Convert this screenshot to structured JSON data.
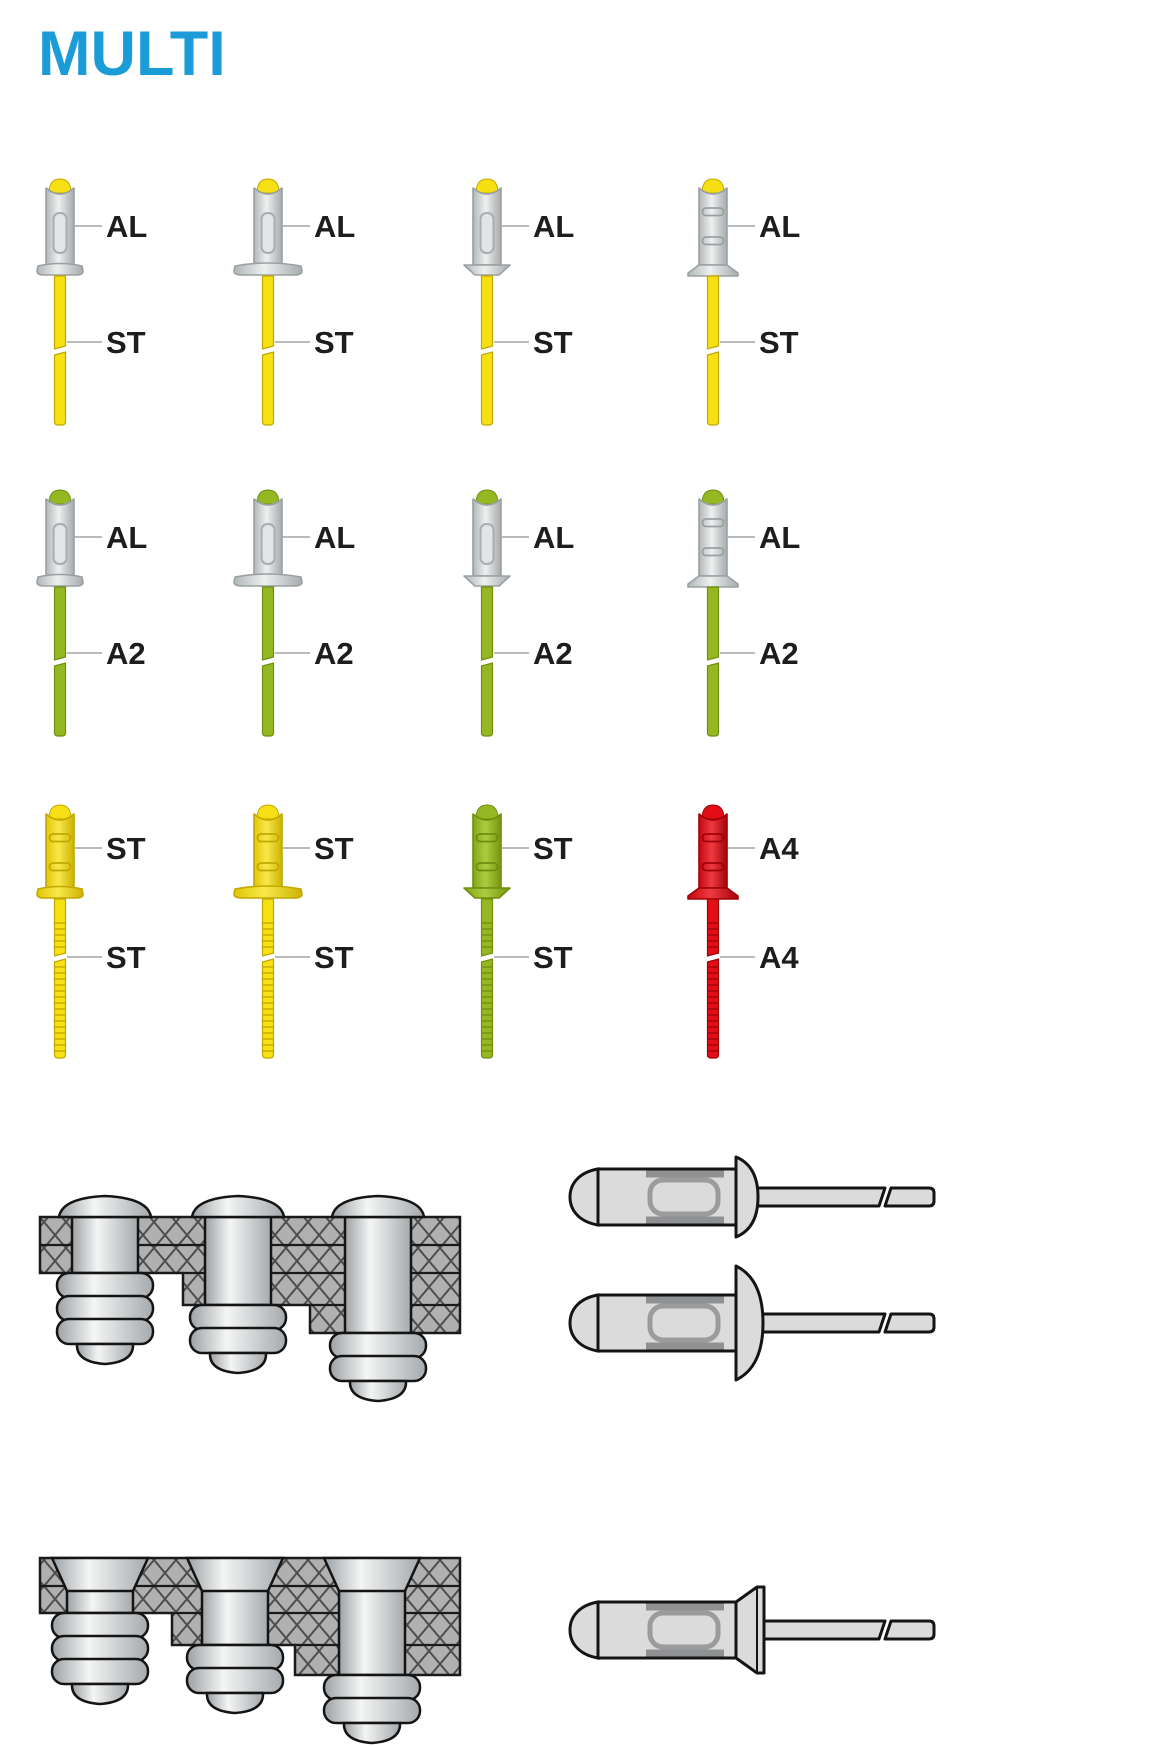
{
  "title": {
    "text": "MULTI",
    "color": "#1b9cd8"
  },
  "materials": {
    "AL": {
      "name": "aluminium-body",
      "color": "#c6c9ca",
      "dark": "#9aa0a2",
      "light": "#eceeee"
    },
    "ST": {
      "name": "steel-yellow",
      "color": "#f6df12",
      "dark": "#c2a800",
      "light": "#fbec55"
    },
    "A2": {
      "name": "stainless-a2-green",
      "color": "#95b822",
      "dark": "#6e8e10",
      "light": "#b5d14c"
    },
    "A4": {
      "name": "stainless-a4-red",
      "color": "#e20d16",
      "dark": "#9e0208",
      "light": "#f04a50"
    }
  },
  "rivet_rows": [
    {
      "items": [
        {
          "flange": "dome-small",
          "body": "slot",
          "body_material": "AL",
          "stem_material": "ST",
          "stem": "plain",
          "top_label": "AL",
          "bottom_label": "ST"
        },
        {
          "flange": "dome-wide",
          "body": "slot",
          "body_material": "AL",
          "stem_material": "ST",
          "stem": "plain",
          "top_label": "AL",
          "bottom_label": "ST"
        },
        {
          "flange": "countersunk",
          "body": "slot",
          "body_material": "AL",
          "stem_material": "ST",
          "stem": "plain",
          "top_label": "AL",
          "bottom_label": "ST"
        },
        {
          "flange": "flared",
          "body": "grooved",
          "body_material": "AL",
          "stem_material": "ST",
          "stem": "plain",
          "top_label": "AL",
          "bottom_label": "ST"
        }
      ]
    },
    {
      "items": [
        {
          "flange": "dome-small",
          "body": "slot",
          "body_material": "AL",
          "stem_material": "A2",
          "stem": "plain",
          "top_label": "AL",
          "bottom_label": "A2"
        },
        {
          "flange": "dome-wide",
          "body": "slot",
          "body_material": "AL",
          "stem_material": "A2",
          "stem": "plain",
          "top_label": "AL",
          "bottom_label": "A2"
        },
        {
          "flange": "countersunk",
          "body": "slot",
          "body_material": "AL",
          "stem_material": "A2",
          "stem": "plain",
          "top_label": "AL",
          "bottom_label": "A2"
        },
        {
          "flange": "flared",
          "body": "grooved",
          "body_material": "AL",
          "stem_material": "A2",
          "stem": "plain",
          "top_label": "AL",
          "bottom_label": "A2"
        }
      ]
    },
    {
      "items": [
        {
          "flange": "dome-small",
          "body": "grooved",
          "body_material": "ST",
          "stem_material": "ST",
          "stem": "ribbed",
          "top_label": "ST",
          "bottom_label": "ST"
        },
        {
          "flange": "dome-wide",
          "body": "grooved",
          "body_material": "ST",
          "stem_material": "ST",
          "stem": "ribbed",
          "top_label": "ST",
          "bottom_label": "ST"
        },
        {
          "flange": "countersunk",
          "body": "grooved",
          "body_material": "A2",
          "stem_material": "A2",
          "stem": "ribbed",
          "top_label": "ST",
          "bottom_label": "ST"
        },
        {
          "flange": "flared",
          "body": "grooved",
          "body_material": "A4",
          "stem_material": "A4",
          "stem": "ribbed",
          "top_label": "A4",
          "bottom_label": "A4"
        }
      ]
    }
  ],
  "installed_views": [
    {
      "head_type": "dome",
      "sheets_per_column": [
        2,
        3,
        4
      ]
    },
    {
      "head_type": "countersunk",
      "sheets_per_column": [
        2,
        3,
        4
      ]
    }
  ],
  "profile_views": [
    {
      "head": "dome",
      "flange": "small"
    },
    {
      "head": "dome",
      "flange": "large"
    },
    {
      "head": "countersunk",
      "flange": "countersunk"
    }
  ]
}
